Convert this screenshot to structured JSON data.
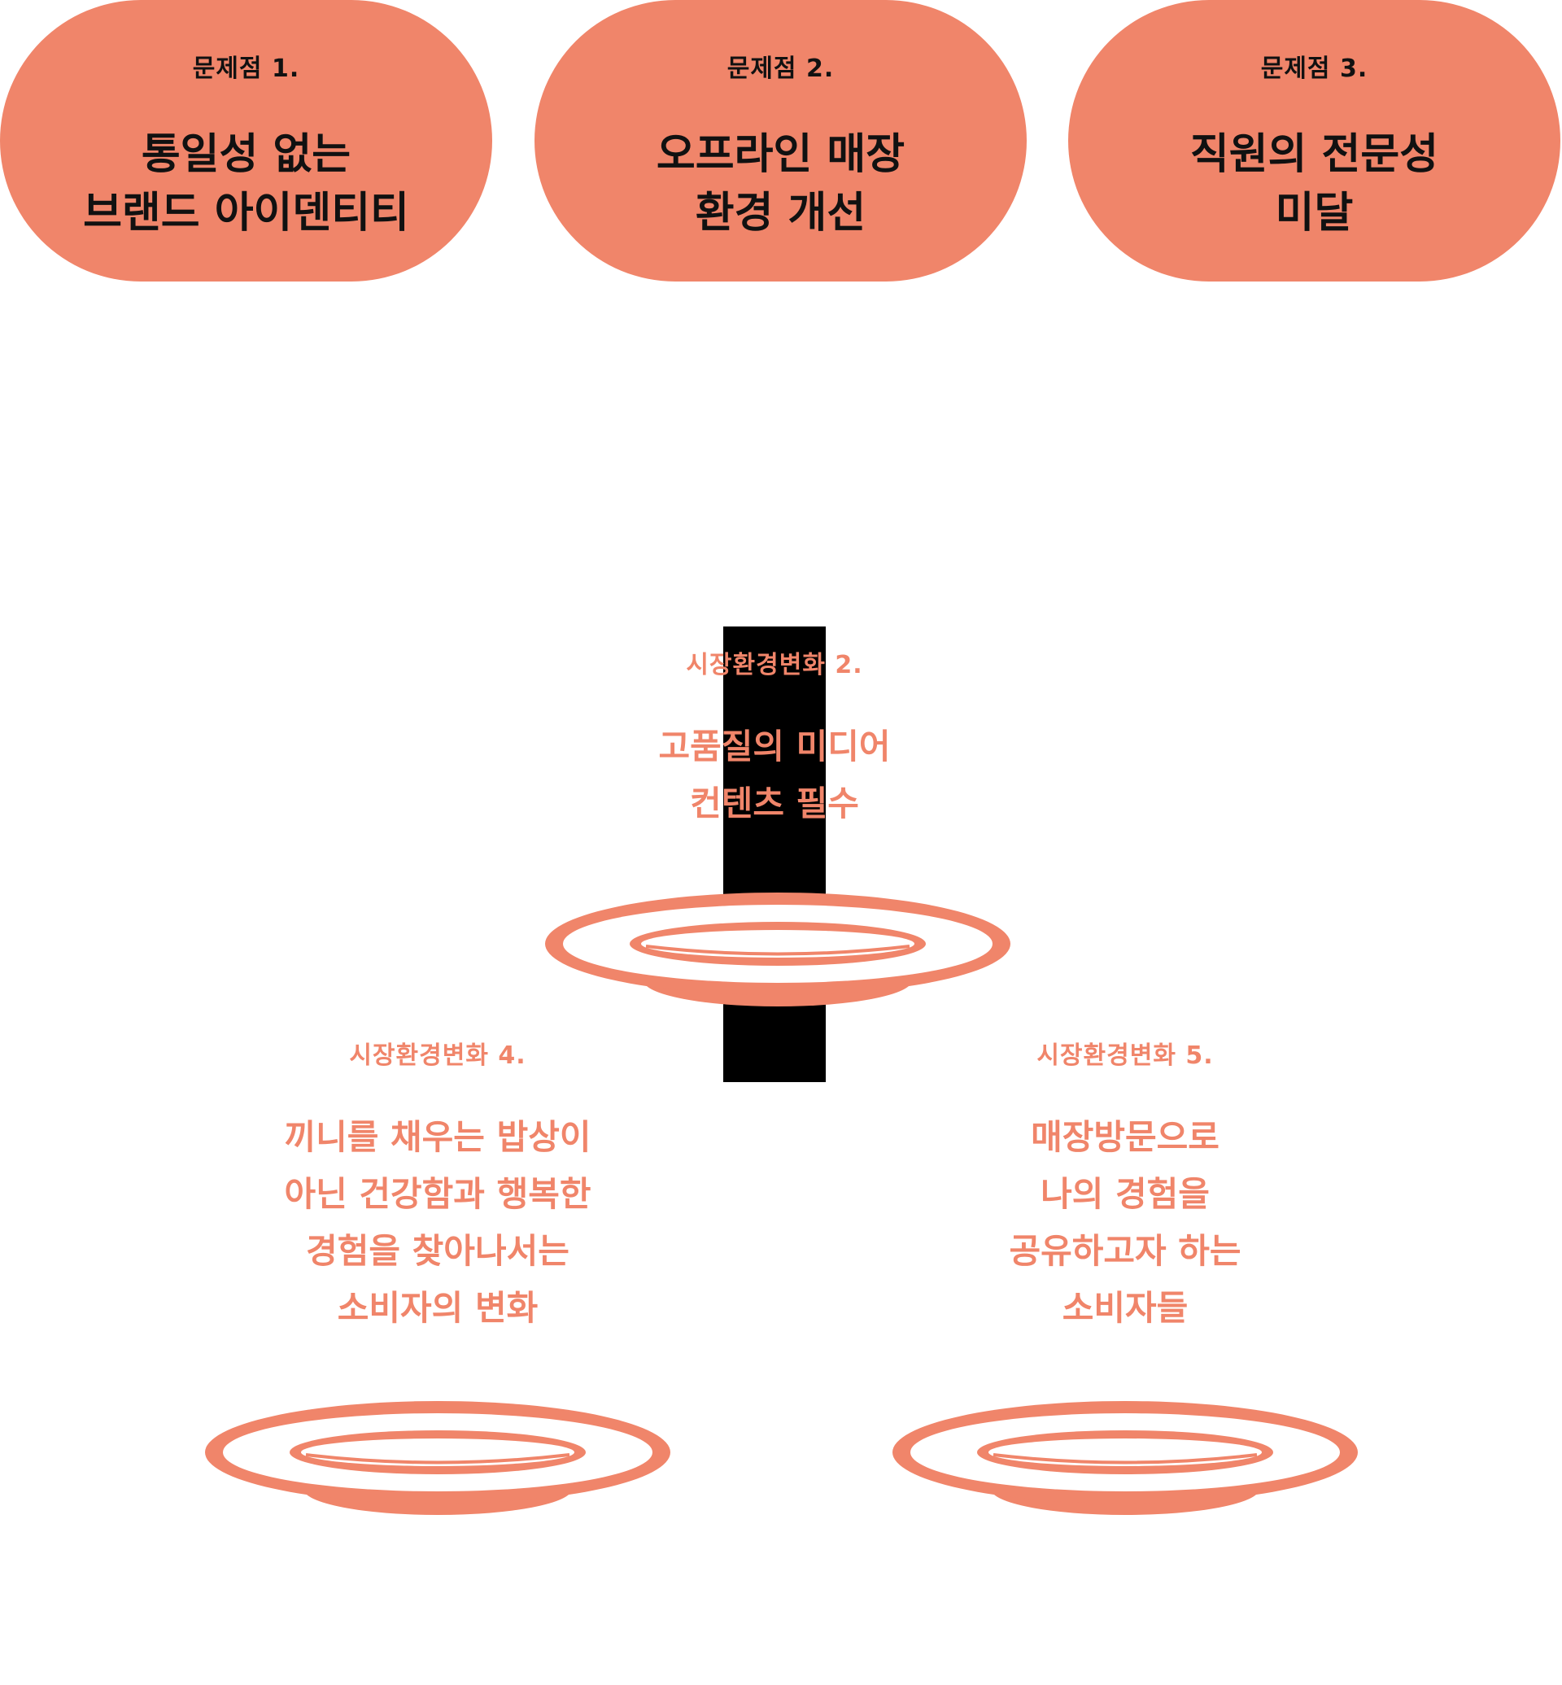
{
  "colors": {
    "accent": "#F0856A",
    "dark": "#111111",
    "pillar": "#000000"
  },
  "problems": [
    {
      "number": "문제점  1.",
      "title": "통일성 없는\n브랜드 아이덴티티"
    },
    {
      "number": "문제점  2.",
      "title": "오프라인 매장\n환경 개선"
    },
    {
      "number": "문제점  3.",
      "title": "직원의 전문성\n미달"
    }
  ],
  "changes": {
    "center": {
      "number": "시장환경변화   2.",
      "title": "고품질의 미디어\n컨텐츠 필수"
    },
    "left": {
      "number": "시장환경변화   4.",
      "title": "끼니를 채우는 밥상이\n아닌 건강함과 행복한\n경험을 찾아나서는\n소비자의 변화"
    },
    "right": {
      "number": "시장환경변화   5.",
      "title": "매장방문으로\n나의 경험을\n공유하고자 하는\n소비자들"
    }
  }
}
